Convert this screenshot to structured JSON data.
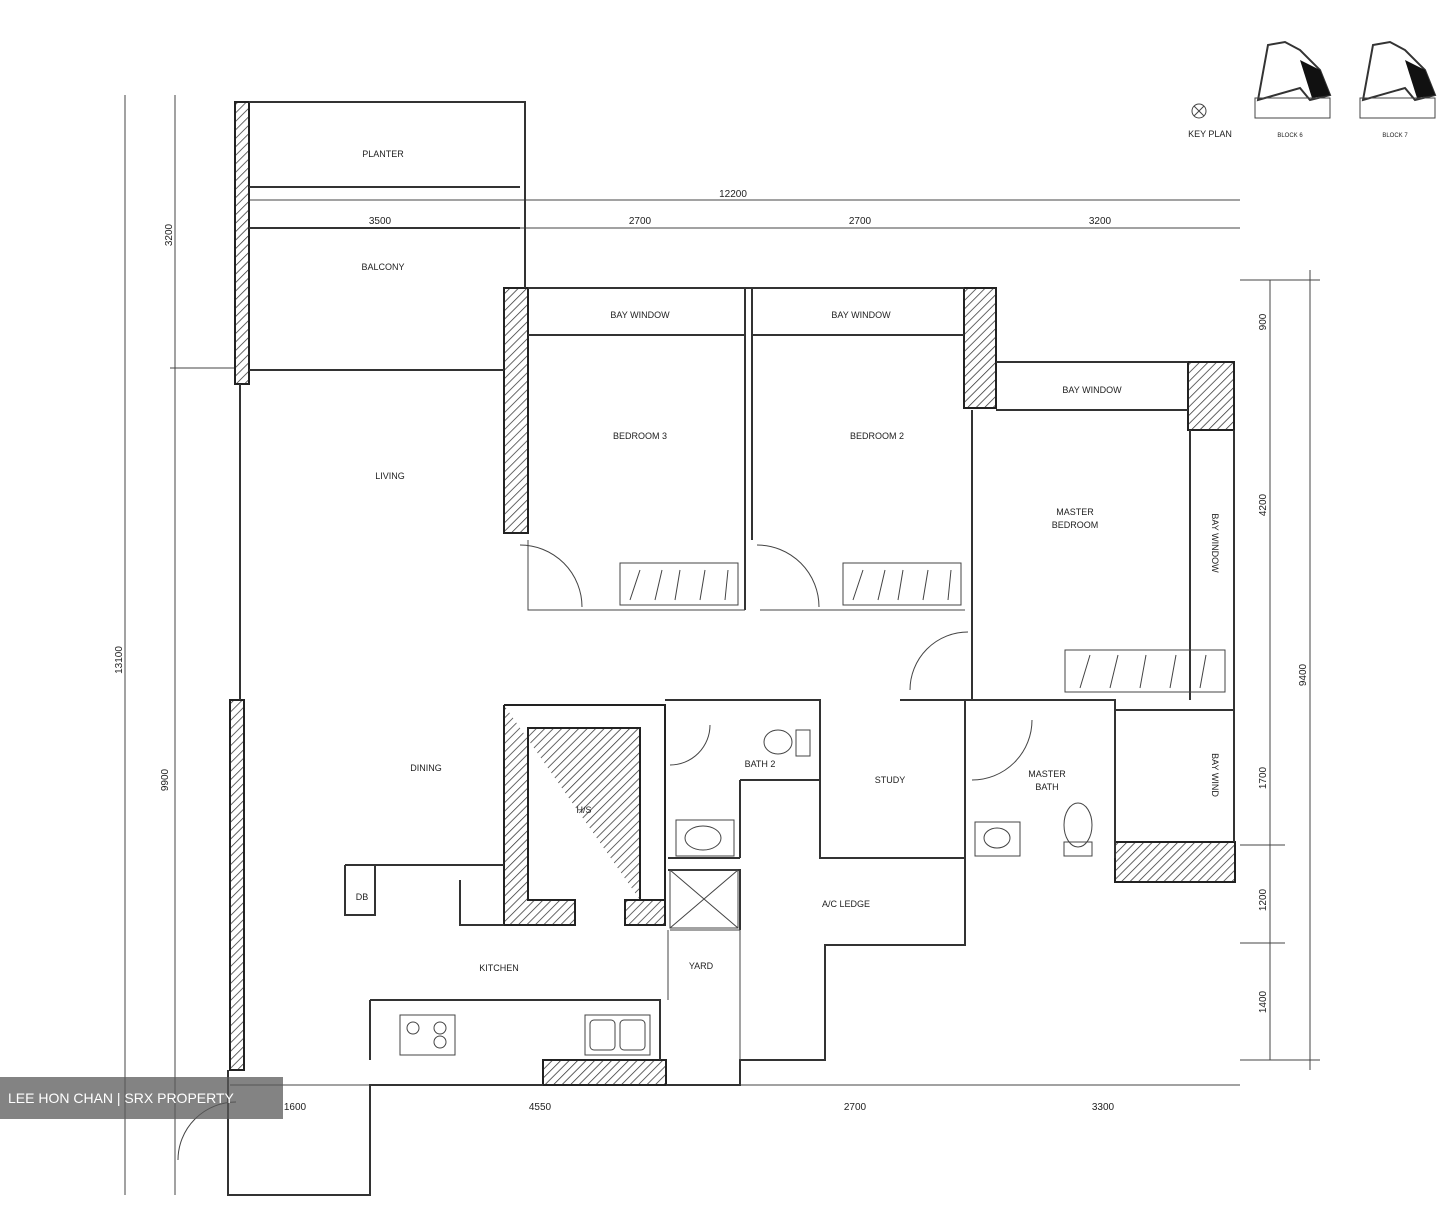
{
  "key_plan": {
    "label": "KEY PLAN",
    "blocks": [
      "BLOCK 6",
      "BLOCK 7"
    ]
  },
  "rooms": {
    "planter": "PLANTER",
    "balcony": "BALCONY",
    "bay_window_bed3": "BAY WINDOW",
    "bay_window_bed2": "BAY WINDOW",
    "bay_window_master": "BAY WINDOW",
    "bay_window_master_side": "BAY WINDOW",
    "bay_window_bath": "BAY WIND",
    "bedroom3": "BEDROOM 3",
    "bedroom2": "BEDROOM 2",
    "master_bedroom_1": "MASTER",
    "master_bedroom_2": "BEDROOM",
    "living": "LIVING",
    "dining": "DINING",
    "hs": "H/S",
    "bath2": "BATH 2",
    "study": "STUDY",
    "master_bath_1": "MASTER",
    "master_bath_2": "BATH",
    "ac_ledge": "A/C LEDGE",
    "kitchen": "KITCHEN",
    "yard": "YARD",
    "db": "DB"
  },
  "dimensions": {
    "top_total": "12200",
    "top": [
      "3500",
      "2700",
      "2700",
      "3200"
    ],
    "bottom": [
      "1600",
      "4550",
      "2700",
      "3300"
    ],
    "left": [
      "3200",
      "13100",
      "9900"
    ],
    "right": [
      "900",
      "4200",
      "1700",
      "1200",
      "1400",
      "9400"
    ]
  },
  "watermark": "LEE HON CHAN | SRX PROPERTY"
}
